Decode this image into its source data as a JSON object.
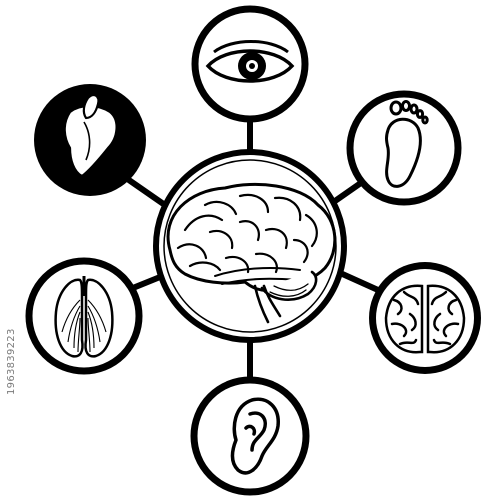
{
  "stock_id": "1963839223",
  "colors": {
    "ink": "#000000",
    "paper": "#ffffff"
  },
  "hub": {
    "icon": "brain-side-icon"
  },
  "nodes": [
    {
      "id": "sight",
      "icon": "eye-icon"
    },
    {
      "id": "touch",
      "icon": "foot-icon"
    },
    {
      "id": "brain-top",
      "icon": "brain-top-icon"
    },
    {
      "id": "hearing",
      "icon": "ear-icon"
    },
    {
      "id": "lungs",
      "icon": "lungs-icon"
    },
    {
      "id": "taste",
      "icon": "tongue-icon"
    }
  ]
}
